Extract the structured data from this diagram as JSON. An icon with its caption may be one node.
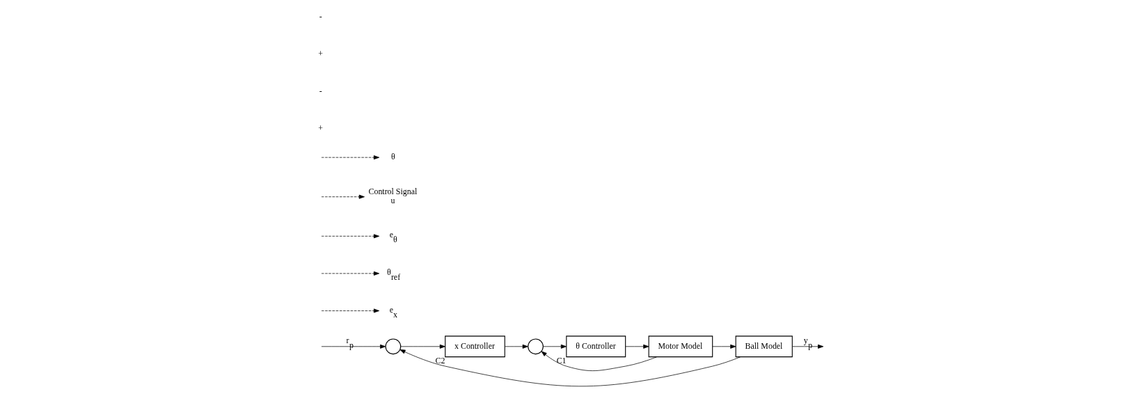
{
  "diagram": {
    "nodes": [
      {
        "text": [],
        "shape": "circle"
      },
      {
        "text": [
          "x Controller"
        ],
        "beside": [
          "C2"
        ]
      },
      {
        "text": [],
        "shape": "circle"
      },
      {
        "text": [
          "θ Controller"
        ],
        "beside": [
          "C1"
        ]
      },
      {
        "text": [
          "Motor Model"
        ]
      },
      {
        "text": [
          "Ball Model"
        ]
      },
      {
        "text": [
          "e$_{x}$"
        ]
      },
      {
        "text": [
          "θ$_{ref}$"
        ]
      },
      {
        "text": [
          "e$_{θ}$"
        ]
      },
      {
        "text": [
          "Control Signal",
          "u"
        ]
      },
      {
        "text": [
          "θ"
        ]
      }
    ],
    "edges": [
      {
        "from": null,
        "to": 0,
        "arrow": "to",
        "label": "r$_{p}$"
      },
      {
        "from": 0,
        "to": 1,
        "arrow": "to"
      },
      {
        "from": 1,
        "to": 2,
        "arrow": "to"
      },
      {
        "from": 2,
        "to": 3,
        "arrow": "to"
      },
      {
        "from": 3,
        "to": 4,
        "arrow": "to"
      },
      {
        "from": 4,
        "to": 5,
        "arrow": "to"
      },
      {
        "from": 5,
        "to": null,
        "arrow": "to",
        "label": "y$_{p}$"
      },
      {
        "from": 5,
        "to": 0,
        "arrow": "to"
      },
      {
        "from": 4,
        "to": 2,
        "arrow": "to"
      },
      {
        "from": null,
        "to": 6,
        "arrow": "to",
        "style": "dashed"
      },
      {
        "from": null,
        "to": 7,
        "arrow": "to",
        "style": "dashed"
      },
      {
        "from": null,
        "to": 8,
        "arrow": "to",
        "style": "dashed"
      },
      {
        "from": null,
        "to": 9,
        "arrow": "to",
        "style": "dashed"
      },
      {
        "from": null,
        "to": 10,
        "arrow": "to",
        "style": "dashed"
      }
    ],
    "labels": [
      "+",
      "-",
      "+",
      "-"
    ]
  }
}
